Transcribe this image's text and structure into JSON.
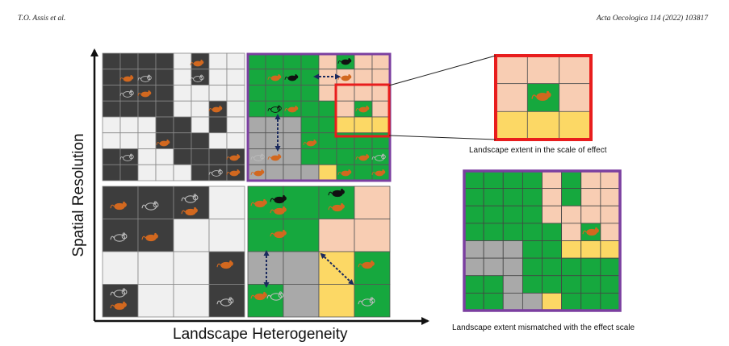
{
  "header": {
    "authors": "T.O. Assis et al.",
    "journal": "Acta Oecologica 114 (2022) 103817"
  },
  "figure": {
    "y_axis_label": "Spatial Resolution",
    "x_axis_label": "Landscape Heterogeneity",
    "inset_top_caption": "Landscape extent in the scale of effect",
    "inset_bottom_caption": "Landscape extent mismatched with the effect scale"
  },
  "colors": {
    "dark_habitat": "#3d3d3d",
    "white_matrix": "#f0f0f0",
    "green_habitat": "#16a83e",
    "peach": "#f8cdb3",
    "gray": "#a9a9a9",
    "yellow": "#fcd865",
    "red_frame": "#e81d1d",
    "purple_frame": "#7b3fa0",
    "arrow": "#1b2a5e",
    "orange_rodent": "#d2681f"
  }
}
